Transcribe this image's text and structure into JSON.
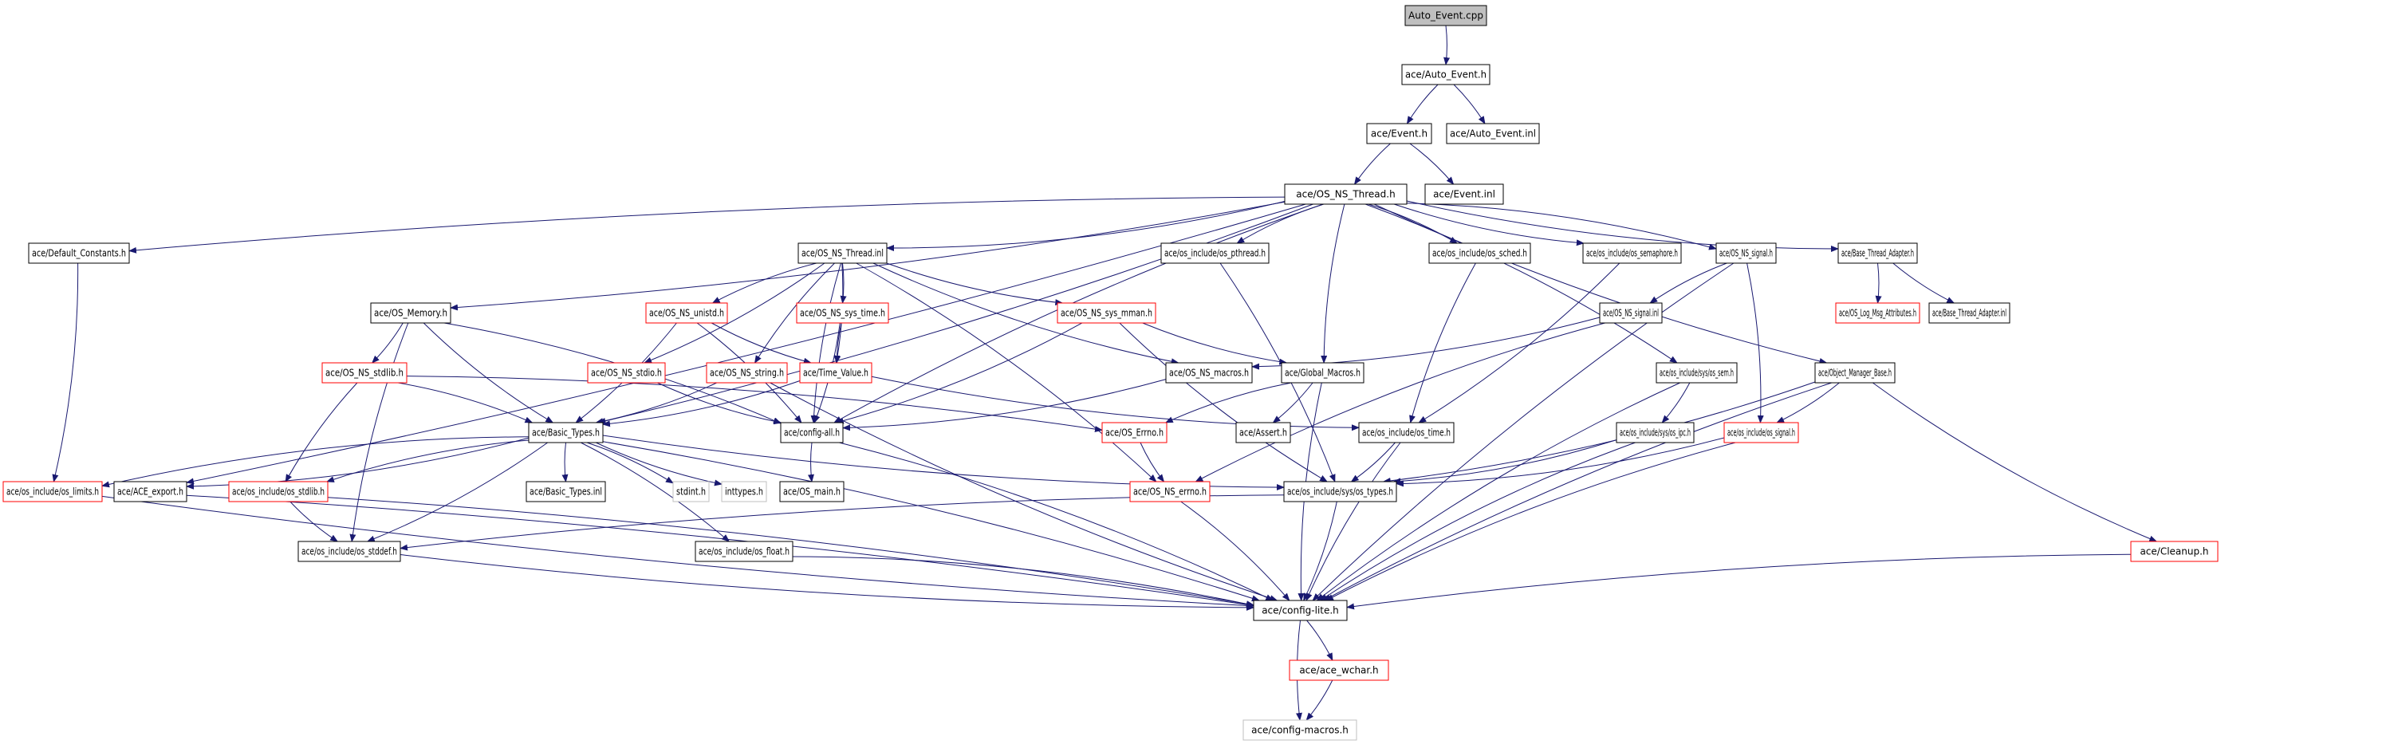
{
  "title": "Auto_Event.cpp include dependency graph",
  "colors": {
    "edge": "#191970",
    "border_documented": "#000000",
    "border_undocumented": "#ff0000",
    "border_external": "#bfbfbf",
    "root_fill": "#bfbfbf",
    "node_fill": "#ffffff",
    "text": "#000000"
  },
  "nodes": [
    {
      "id": "auto_event_cpp",
      "label": "Auto_Event.cpp",
      "kind": "root"
    },
    {
      "id": "auto_event_h",
      "label": "ace/Auto_Event.h",
      "kind": "doc"
    },
    {
      "id": "event_h",
      "label": "ace/Event.h",
      "kind": "doc"
    },
    {
      "id": "auto_event_inl",
      "label": "ace/Auto_Event.inl",
      "kind": "doc"
    },
    {
      "id": "os_ns_thread_h",
      "label": "ace/OS_NS_Thread.h",
      "kind": "doc"
    },
    {
      "id": "event_inl",
      "label": "ace/Event.inl",
      "kind": "doc"
    },
    {
      "id": "default_constants_h",
      "label": "ace/Default_Constants.h",
      "kind": "doc"
    },
    {
      "id": "os_ns_thread_inl",
      "label": "ace/OS_NS_Thread.inl",
      "kind": "doc"
    },
    {
      "id": "os_pthread_h",
      "label": "ace/os_include/os_pthread.h",
      "kind": "doc"
    },
    {
      "id": "os_sched_h",
      "label": "ace/os_include/os_sched.h",
      "kind": "doc"
    },
    {
      "id": "os_semaphore_h",
      "label": "ace/os_include/os_semaphore.h",
      "kind": "doc"
    },
    {
      "id": "os_ns_signal_h",
      "label": "ace/OS_NS_signal.h",
      "kind": "doc"
    },
    {
      "id": "base_thread_adapter_h",
      "label": "ace/Base_Thread_Adapter.h",
      "kind": "doc"
    },
    {
      "id": "os_memory_h",
      "label": "ace/OS_Memory.h",
      "kind": "doc"
    },
    {
      "id": "os_ns_unistd_h",
      "label": "ace/OS_NS_unistd.h",
      "kind": "undoc"
    },
    {
      "id": "os_ns_sys_time_h",
      "label": "ace/OS_NS_sys_time.h",
      "kind": "undoc"
    },
    {
      "id": "os_ns_sys_mman_h",
      "label": "ace/OS_NS_sys_mman.h",
      "kind": "undoc"
    },
    {
      "id": "os_ns_signal_inl",
      "label": "ace/OS_NS_signal.inl",
      "kind": "doc"
    },
    {
      "id": "os_log_msg_attributes_h",
      "label": "ace/OS_Log_Msg_Attributes.h",
      "kind": "undoc"
    },
    {
      "id": "base_thread_adapter_inl",
      "label": "ace/Base_Thread_Adapter.inl",
      "kind": "doc"
    },
    {
      "id": "os_ns_stdlib_h",
      "label": "ace/OS_NS_stdlib.h",
      "kind": "undoc"
    },
    {
      "id": "os_ns_stdio_h",
      "label": "ace/OS_NS_stdio.h",
      "kind": "undoc"
    },
    {
      "id": "os_ns_string_h",
      "label": "ace/OS_NS_string.h",
      "kind": "undoc"
    },
    {
      "id": "time_value_h",
      "label": "ace/Time_Value.h",
      "kind": "undoc"
    },
    {
      "id": "os_ns_macros_h",
      "label": "ace/OS_NS_macros.h",
      "kind": "doc"
    },
    {
      "id": "global_macros_h",
      "label": "ace/Global_Macros.h",
      "kind": "doc"
    },
    {
      "id": "os_sys_sem_h",
      "label": "ace/os_include/sys/os_sem.h",
      "kind": "doc"
    },
    {
      "id": "object_manager_base_h",
      "label": "ace/Object_Manager_Base.h",
      "kind": "doc"
    },
    {
      "id": "basic_types_h",
      "label": "ace/Basic_Types.h",
      "kind": "doc"
    },
    {
      "id": "config_all_h",
      "label": "ace/config-all.h",
      "kind": "doc"
    },
    {
      "id": "os_errno_h",
      "label": "ace/OS_Errno.h",
      "kind": "undoc"
    },
    {
      "id": "assert_h",
      "label": "ace/Assert.h",
      "kind": "doc"
    },
    {
      "id": "os_time_h",
      "label": "ace/os_include/os_time.h",
      "kind": "doc"
    },
    {
      "id": "os_sys_ipc_h",
      "label": "ace/os_include/sys/os_ipc.h",
      "kind": "doc"
    },
    {
      "id": "os_signal_h",
      "label": "ace/os_include/os_signal.h",
      "kind": "undoc"
    },
    {
      "id": "os_limits_h",
      "label": "ace/os_include/os_limits.h",
      "kind": "undoc"
    },
    {
      "id": "ace_export_h",
      "label": "ace/ACE_export.h",
      "kind": "doc"
    },
    {
      "id": "os_stdlib_h",
      "label": "ace/os_include/os_stdlib.h",
      "kind": "undoc"
    },
    {
      "id": "basic_types_inl",
      "label": "ace/Basic_Types.inl",
      "kind": "doc"
    },
    {
      "id": "stdint_h",
      "label": "stdint.h",
      "kind": "ext"
    },
    {
      "id": "inttypes_h",
      "label": "inttypes.h",
      "kind": "ext"
    },
    {
      "id": "os_main_h",
      "label": "ace/OS_main.h",
      "kind": "doc"
    },
    {
      "id": "os_ns_errno_h",
      "label": "ace/OS_NS_errno.h",
      "kind": "undoc"
    },
    {
      "id": "os_sys_types_h",
      "label": "ace/os_include/sys/os_types.h",
      "kind": "doc"
    },
    {
      "id": "os_stddef_h",
      "label": "ace/os_include/os_stddef.h",
      "kind": "doc"
    },
    {
      "id": "os_float_h",
      "label": "ace/os_include/os_float.h",
      "kind": "doc"
    },
    {
      "id": "cleanup_h",
      "label": "ace/Cleanup.h",
      "kind": "undoc"
    },
    {
      "id": "config_lite_h",
      "label": "ace/config-lite.h",
      "kind": "doc"
    },
    {
      "id": "ace_wchar_h",
      "label": "ace/ace_wchar.h",
      "kind": "undoc"
    },
    {
      "id": "config_macros_h",
      "label": "ace/config-macros.h",
      "kind": "ext"
    }
  ],
  "edges": [
    [
      "auto_event_cpp",
      "auto_event_h"
    ],
    [
      "auto_event_h",
      "event_h"
    ],
    [
      "auto_event_h",
      "auto_event_inl"
    ],
    [
      "event_h",
      "os_ns_thread_h"
    ],
    [
      "event_h",
      "event_inl"
    ],
    [
      "os_ns_thread_h",
      "default_constants_h"
    ],
    [
      "os_ns_thread_h",
      "os_ns_thread_inl"
    ],
    [
      "os_ns_thread_h",
      "os_pthread_h"
    ],
    [
      "os_ns_thread_h",
      "os_sched_h"
    ],
    [
      "os_ns_thread_h",
      "os_semaphore_h"
    ],
    [
      "os_ns_thread_h",
      "os_ns_signal_h"
    ],
    [
      "os_ns_thread_h",
      "base_thread_adapter_h"
    ],
    [
      "os_ns_thread_h",
      "os_memory_h"
    ],
    [
      "os_ns_thread_h",
      "global_macros_h"
    ],
    [
      "os_ns_thread_h",
      "os_sys_sem_h"
    ],
    [
      "os_ns_thread_h",
      "object_manager_base_h"
    ],
    [
      "os_ns_thread_h",
      "basic_types_h"
    ],
    [
      "os_ns_thread_h",
      "config_all_h"
    ],
    [
      "os_ns_thread_h",
      "ace_export_h"
    ],
    [
      "os_ns_thread_inl",
      "os_ns_unistd_h"
    ],
    [
      "os_ns_thread_inl",
      "os_ns_sys_time_h"
    ],
    [
      "os_ns_thread_inl",
      "os_ns_sys_mman_h"
    ],
    [
      "os_ns_thread_inl",
      "os_ns_stdio_h"
    ],
    [
      "os_ns_thread_inl",
      "os_ns_string_h"
    ],
    [
      "os_ns_thread_inl",
      "time_value_h"
    ],
    [
      "os_ns_thread_inl",
      "os_ns_macros_h"
    ],
    [
      "os_ns_thread_inl",
      "os_ns_errno_h"
    ],
    [
      "os_ns_thread_inl",
      "config_all_h"
    ],
    [
      "os_ns_unistd_h",
      "basic_types_h"
    ],
    [
      "os_ns_unistd_h",
      "time_value_h"
    ],
    [
      "os_ns_unistd_h",
      "config_all_h"
    ],
    [
      "os_ns_sys_time_h",
      "time_value_h"
    ],
    [
      "os_ns_sys_time_h",
      "config_all_h"
    ],
    [
      "os_ns_sys_mman_h",
      "global_macros_h"
    ],
    [
      "os_ns_sys_mman_h",
      "config_all_h"
    ],
    [
      "os_ns_sys_mman_h",
      "os_sys_types_h"
    ],
    [
      "os_memory_h",
      "os_ns_stdlib_h"
    ],
    [
      "os_memory_h",
      "basic_types_h"
    ],
    [
      "os_memory_h",
      "config_all_h"
    ],
    [
      "os_memory_h",
      "os_stddef_h"
    ],
    [
      "os_ns_stdlib_h",
      "basic_types_h"
    ],
    [
      "os_ns_stdlib_h",
      "os_stdlib_h"
    ],
    [
      "os_ns_stdlib_h",
      "os_errno_h"
    ],
    [
      "os_ns_stdio_h",
      "config_all_h"
    ],
    [
      "os_ns_string_h",
      "basic_types_h"
    ],
    [
      "os_ns_string_h",
      "config_lite_h"
    ],
    [
      "time_value_h",
      "basic_types_h"
    ],
    [
      "time_value_h",
      "os_time_h"
    ],
    [
      "os_ns_macros_h",
      "config_all_h"
    ],
    [
      "global_macros_h",
      "os_errno_h"
    ],
    [
      "global_macros_h",
      "assert_h"
    ],
    [
      "global_macros_h",
      "config_lite_h"
    ],
    [
      "os_pthread_h",
      "os_sys_types_h"
    ],
    [
      "os_sched_h",
      "os_time_h"
    ],
    [
      "os_semaphore_h",
      "os_time_h"
    ],
    [
      "os_ns_signal_h",
      "os_ns_signal_inl"
    ],
    [
      "os_ns_signal_h",
      "os_signal_h"
    ],
    [
      "os_ns_signal_h",
      "config_lite_h"
    ],
    [
      "os_ns_signal_inl",
      "os_ns_macros_h"
    ],
    [
      "os_ns_signal_inl",
      "os_ns_errno_h"
    ],
    [
      "base_thread_adapter_h",
      "os_log_msg_attributes_h"
    ],
    [
      "base_thread_adapter_h",
      "base_thread_adapter_inl"
    ],
    [
      "os_sys_sem_h",
      "os_sys_ipc_h"
    ],
    [
      "os_sys_sem_h",
      "config_lite_h"
    ],
    [
      "os_sys_ipc_h",
      "os_sys_types_h"
    ],
    [
      "os_sys_ipc_h",
      "config_lite_h"
    ],
    [
      "object_manager_base_h",
      "os_signal_h"
    ],
    [
      "object_manager_base_h",
      "cleanup_h"
    ],
    [
      "object_manager_base_h",
      "os_sys_types_h"
    ],
    [
      "object_manager_base_h",
      "config_lite_h"
    ],
    [
      "os_signal_h",
      "os_sys_types_h"
    ],
    [
      "os_signal_h",
      "config_lite_h"
    ],
    [
      "default_constants_h",
      "os_limits_h"
    ],
    [
      "basic_types_h",
      "os_limits_h"
    ],
    [
      "basic_types_h",
      "ace_export_h"
    ],
    [
      "basic_types_h",
      "os_stdlib_h"
    ],
    [
      "basic_types_h",
      "os_stddef_h"
    ],
    [
      "basic_types_h",
      "basic_types_inl"
    ],
    [
      "basic_types_h",
      "stdint_h"
    ],
    [
      "basic_types_h",
      "inttypes_h"
    ],
    [
      "basic_types_h",
      "os_float_h"
    ],
    [
      "basic_types_h",
      "os_sys_types_h"
    ],
    [
      "basic_types_h",
      "config_lite_h"
    ],
    [
      "config_all_h",
      "os_main_h"
    ],
    [
      "config_all_h",
      "config_lite_h"
    ],
    [
      "os_errno_h",
      "os_ns_errno_h"
    ],
    [
      "os_time_h",
      "os_sys_types_h"
    ],
    [
      "os_time_h",
      "config_lite_h"
    ],
    [
      "os_ns_errno_h",
      "config_lite_h"
    ],
    [
      "os_sys_types_h",
      "os_stddef_h"
    ],
    [
      "os_sys_types_h",
      "config_lite_h"
    ],
    [
      "os_limits_h",
      "config_lite_h"
    ],
    [
      "ace_export_h",
      "config_lite_h"
    ],
    [
      "os_stdlib_h",
      "os_stddef_h"
    ],
    [
      "os_stdlib_h",
      "config_lite_h"
    ],
    [
      "os_stddef_h",
      "config_lite_h"
    ],
    [
      "os_float_h",
      "config_lite_h"
    ],
    [
      "cleanup_h",
      "config_lite_h"
    ],
    [
      "config_lite_h",
      "ace_wchar_h"
    ],
    [
      "config_lite_h",
      "config_macros_h"
    ],
    [
      "ace_wchar_h",
      "config_macros_h"
    ]
  ]
}
